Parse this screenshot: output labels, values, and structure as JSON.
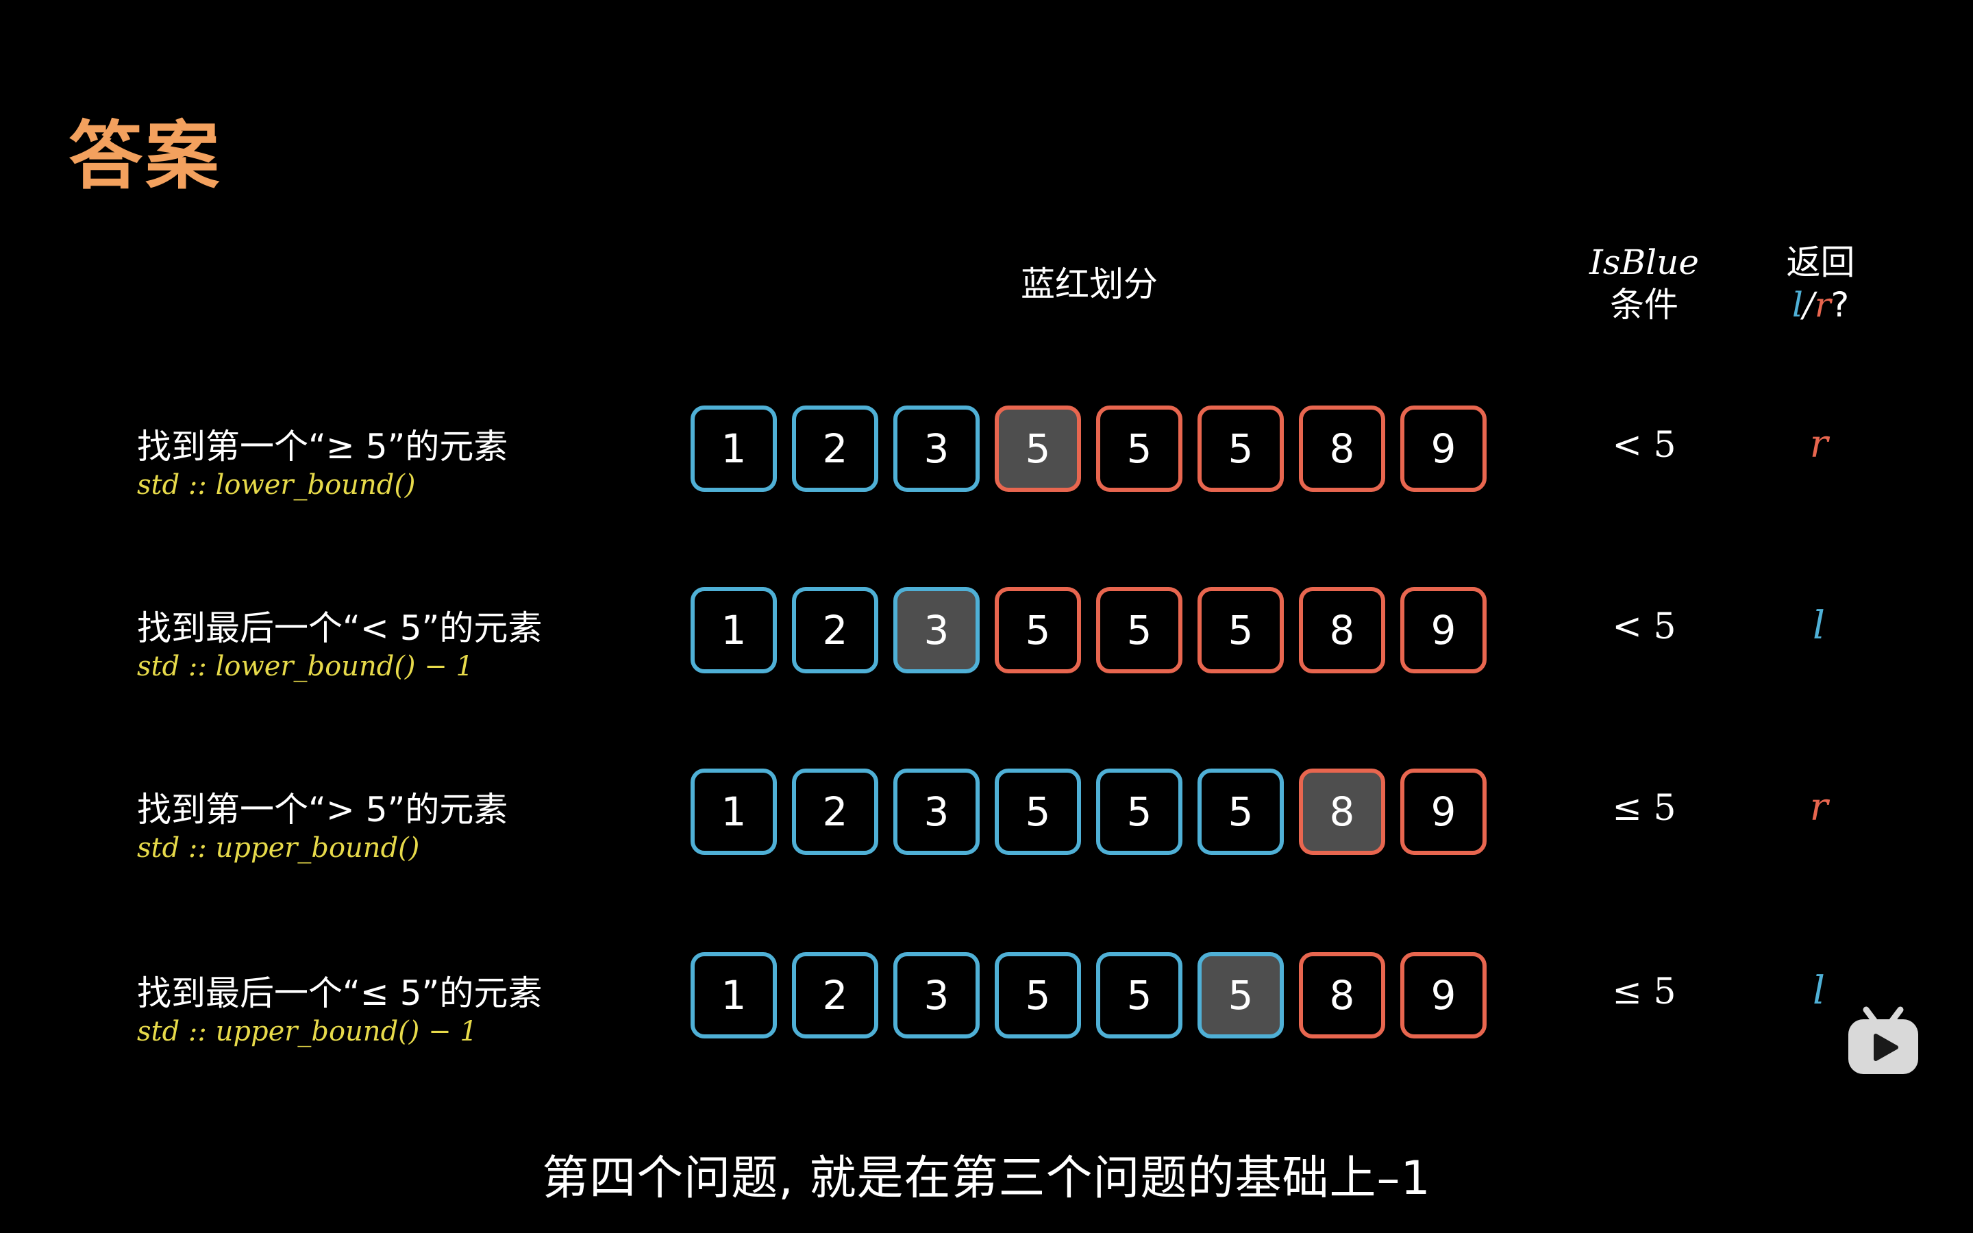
{
  "title": "答案",
  "headers": {
    "split": "蓝红划分",
    "isblue_title": "IsBlue",
    "isblue_sub": "条件",
    "return_title": "返回",
    "return_l": "l",
    "return_slash": "/",
    "return_r": "r",
    "return_q": "?"
  },
  "colors": {
    "blue": "#4fb0d6",
    "red": "#e8664f",
    "title": "#f3a15e",
    "code": "#e7da4a",
    "selected_bg": "#4e4e4e"
  },
  "rows": [
    {
      "description": "找到第一个“≥ 5”的元素",
      "code": "std :: lower_bound()",
      "condition": "< 5",
      "return": "r",
      "return_color": "red",
      "boxes": [
        {
          "value": "1",
          "color": "blue",
          "selected": false
        },
        {
          "value": "2",
          "color": "blue",
          "selected": false
        },
        {
          "value": "3",
          "color": "blue",
          "selected": false
        },
        {
          "value": "5",
          "color": "red",
          "selected": true
        },
        {
          "value": "5",
          "color": "red",
          "selected": false
        },
        {
          "value": "5",
          "color": "red",
          "selected": false
        },
        {
          "value": "8",
          "color": "red",
          "selected": false
        },
        {
          "value": "9",
          "color": "red",
          "selected": false
        }
      ]
    },
    {
      "description": "找到最后一个“< 5”的元素",
      "code": "std :: lower_bound() − 1",
      "condition": "< 5",
      "return": "l",
      "return_color": "blue",
      "boxes": [
        {
          "value": "1",
          "color": "blue",
          "selected": false
        },
        {
          "value": "2",
          "color": "blue",
          "selected": false
        },
        {
          "value": "3",
          "color": "blue",
          "selected": true
        },
        {
          "value": "5",
          "color": "red",
          "selected": false
        },
        {
          "value": "5",
          "color": "red",
          "selected": false
        },
        {
          "value": "5",
          "color": "red",
          "selected": false
        },
        {
          "value": "8",
          "color": "red",
          "selected": false
        },
        {
          "value": "9",
          "color": "red",
          "selected": false
        }
      ]
    },
    {
      "description": "找到第一个“> 5”的元素",
      "code": "std :: upper_bound()",
      "condition": "≤ 5",
      "return": "r",
      "return_color": "red",
      "boxes": [
        {
          "value": "1",
          "color": "blue",
          "selected": false
        },
        {
          "value": "2",
          "color": "blue",
          "selected": false
        },
        {
          "value": "3",
          "color": "blue",
          "selected": false
        },
        {
          "value": "5",
          "color": "blue",
          "selected": false
        },
        {
          "value": "5",
          "color": "blue",
          "selected": false
        },
        {
          "value": "5",
          "color": "blue",
          "selected": false
        },
        {
          "value": "8",
          "color": "red",
          "selected": true
        },
        {
          "value": "9",
          "color": "red",
          "selected": false
        }
      ]
    },
    {
      "description": "找到最后一个“≤ 5”的元素",
      "code": "std :: upper_bound() − 1",
      "condition": "≤ 5",
      "return": "l",
      "return_color": "blue",
      "boxes": [
        {
          "value": "1",
          "color": "blue",
          "selected": false
        },
        {
          "value": "2",
          "color": "blue",
          "selected": false
        },
        {
          "value": "3",
          "color": "blue",
          "selected": false
        },
        {
          "value": "5",
          "color": "blue",
          "selected": false
        },
        {
          "value": "5",
          "color": "blue",
          "selected": false
        },
        {
          "value": "5",
          "color": "blue",
          "selected": true
        },
        {
          "value": "8",
          "color": "red",
          "selected": false
        },
        {
          "value": "9",
          "color": "red",
          "selected": false
        }
      ]
    }
  ],
  "subtitle": "第四个问题, 就是在第三个问题的基础上–1",
  "player_icon": "bilibili-tv-icon"
}
